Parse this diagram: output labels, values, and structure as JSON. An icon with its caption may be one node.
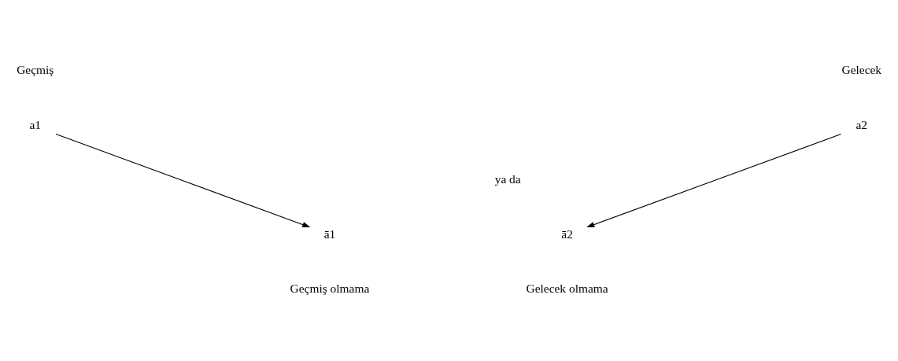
{
  "diagram": {
    "nodes": [
      {
        "text": [
          "a1"
        ],
        "beside": [
          "Geçmiş"
        ]
      },
      {
        "text": [
          "a2"
        ],
        "beside": [
          "Gelecek"
        ]
      },
      {
        "text": [
          "ā1"
        ],
        "beside": [
          "Geçmiş olmama"
        ]
      },
      {
        "text": [
          "ā2"
        ],
        "beside": [
          "Gelecek olmama"
        ]
      }
    ],
    "edges": [
      {
        "from": 0,
        "to": 2,
        "arrow": "to"
      },
      {
        "from": 1,
        "to": 3,
        "arrow": "to"
      }
    ],
    "labels": [
      "ya da"
    ]
  }
}
